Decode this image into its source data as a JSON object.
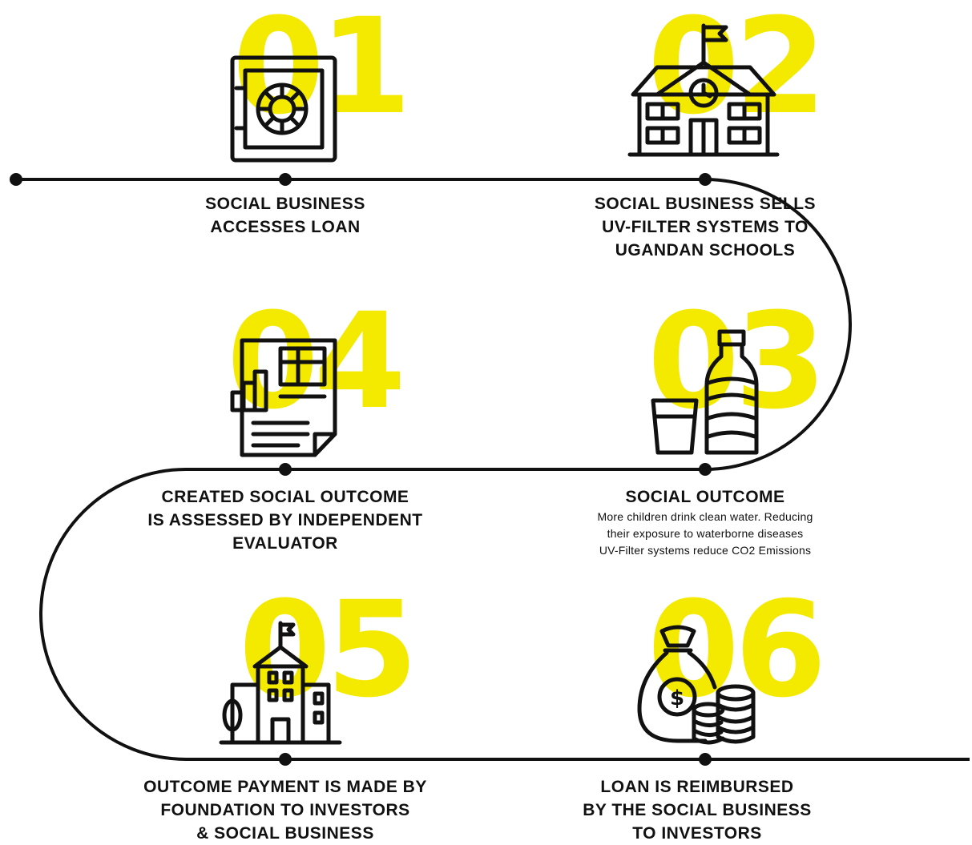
{
  "steps": [
    {
      "number": "01",
      "icon": "safe-icon",
      "lines": [
        "SOCIAL BUSINESS",
        "ACCESSES LOAN"
      ]
    },
    {
      "number": "02",
      "icon": "school-icon",
      "lines": [
        "SOCIAL BUSINESS SELLS",
        "UV-FILTER SYSTEMS TO",
        "UGANDAN SCHOOLS"
      ]
    },
    {
      "number": "03",
      "icon": "water-bottle-icon",
      "lines": [
        "SOCIAL OUTCOME"
      ],
      "description": [
        "More children drink clean water. Reducing",
        "their exposure to waterborne diseases",
        "UV-Filter systems reduce CO2 Emissions"
      ]
    },
    {
      "number": "04",
      "icon": "report-icon",
      "lines": [
        "CREATED SOCIAL OUTCOME",
        "IS ASSESSED BY INDEPENDENT",
        "EVALUATOR"
      ]
    },
    {
      "number": "05",
      "icon": "foundation-building-icon",
      "lines": [
        "OUTCOME PAYMENT IS MADE BY",
        "FOUNDATION TO INVESTORS",
        "& SOCIAL BUSINESS"
      ]
    },
    {
      "number": "06",
      "icon": "money-bag-icon",
      "lines": [
        "LOAN IS REIMBURSED",
        "BY THE SOCIAL BUSINESS",
        "TO INVESTORS"
      ]
    }
  ],
  "colors": {
    "accent": "#f3ea00",
    "line": "#111111"
  }
}
